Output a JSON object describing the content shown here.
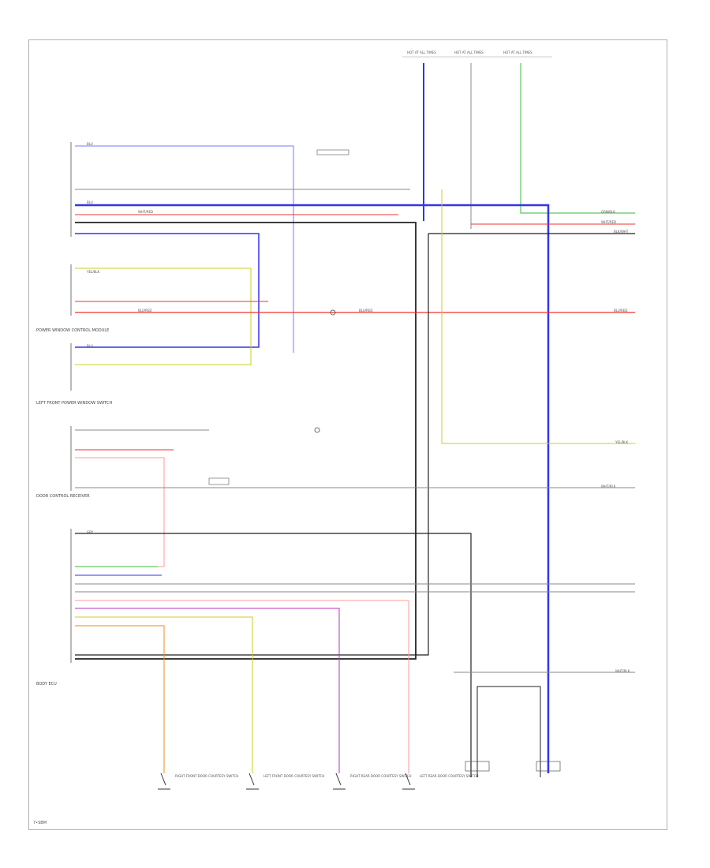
{
  "diagram": {
    "stamp": "7•SBM",
    "fuses": [
      {
        "label": "HOT AT ALL TIMES"
      },
      {
        "label": "HOT AT ALL TIMES"
      },
      {
        "label": "HOT AT ALL TIMES"
      }
    ],
    "modules": {
      "power_window_module": "POWER WINDOW CONTROL MODULE",
      "left_front_switch": "LEFT FRONT POWER WINDOW SWITCH",
      "door_control_receiver": "DOOR CONTROL RECEIVER",
      "body_ecu": "BODY ECU"
    },
    "door_switches": [
      {
        "label": "RIGHT FRONT DOOR COURTESY SWITCH"
      },
      {
        "label": "LEFT FRONT DOOR COURTESY SWITCH"
      },
      {
        "label": "RIGHT REAR DOOR COURTESY SWITCH"
      },
      {
        "label": "LEFT REAR DOOR COURTESY SWITCH"
      }
    ],
    "wire_labels": {
      "blu": "BLU",
      "wht_red": "WHT/RED",
      "blk_wht": "BLK/WHT",
      "grn_blk": "GRN/BLK",
      "yel_blk": "YEL/BLK",
      "blu_red": "BLU/RED",
      "gry": "GRY",
      "wht_blk": "WHT/BLK"
    }
  },
  "colors": {
    "blue": "#3333ee",
    "red": "#ee3333",
    "pink": "#ff9999",
    "green": "#33bb33",
    "yellow": "#cccc22",
    "black": "#222222",
    "gray": "#888888",
    "violet": "#bb33bb",
    "orange": "#ee8822"
  }
}
